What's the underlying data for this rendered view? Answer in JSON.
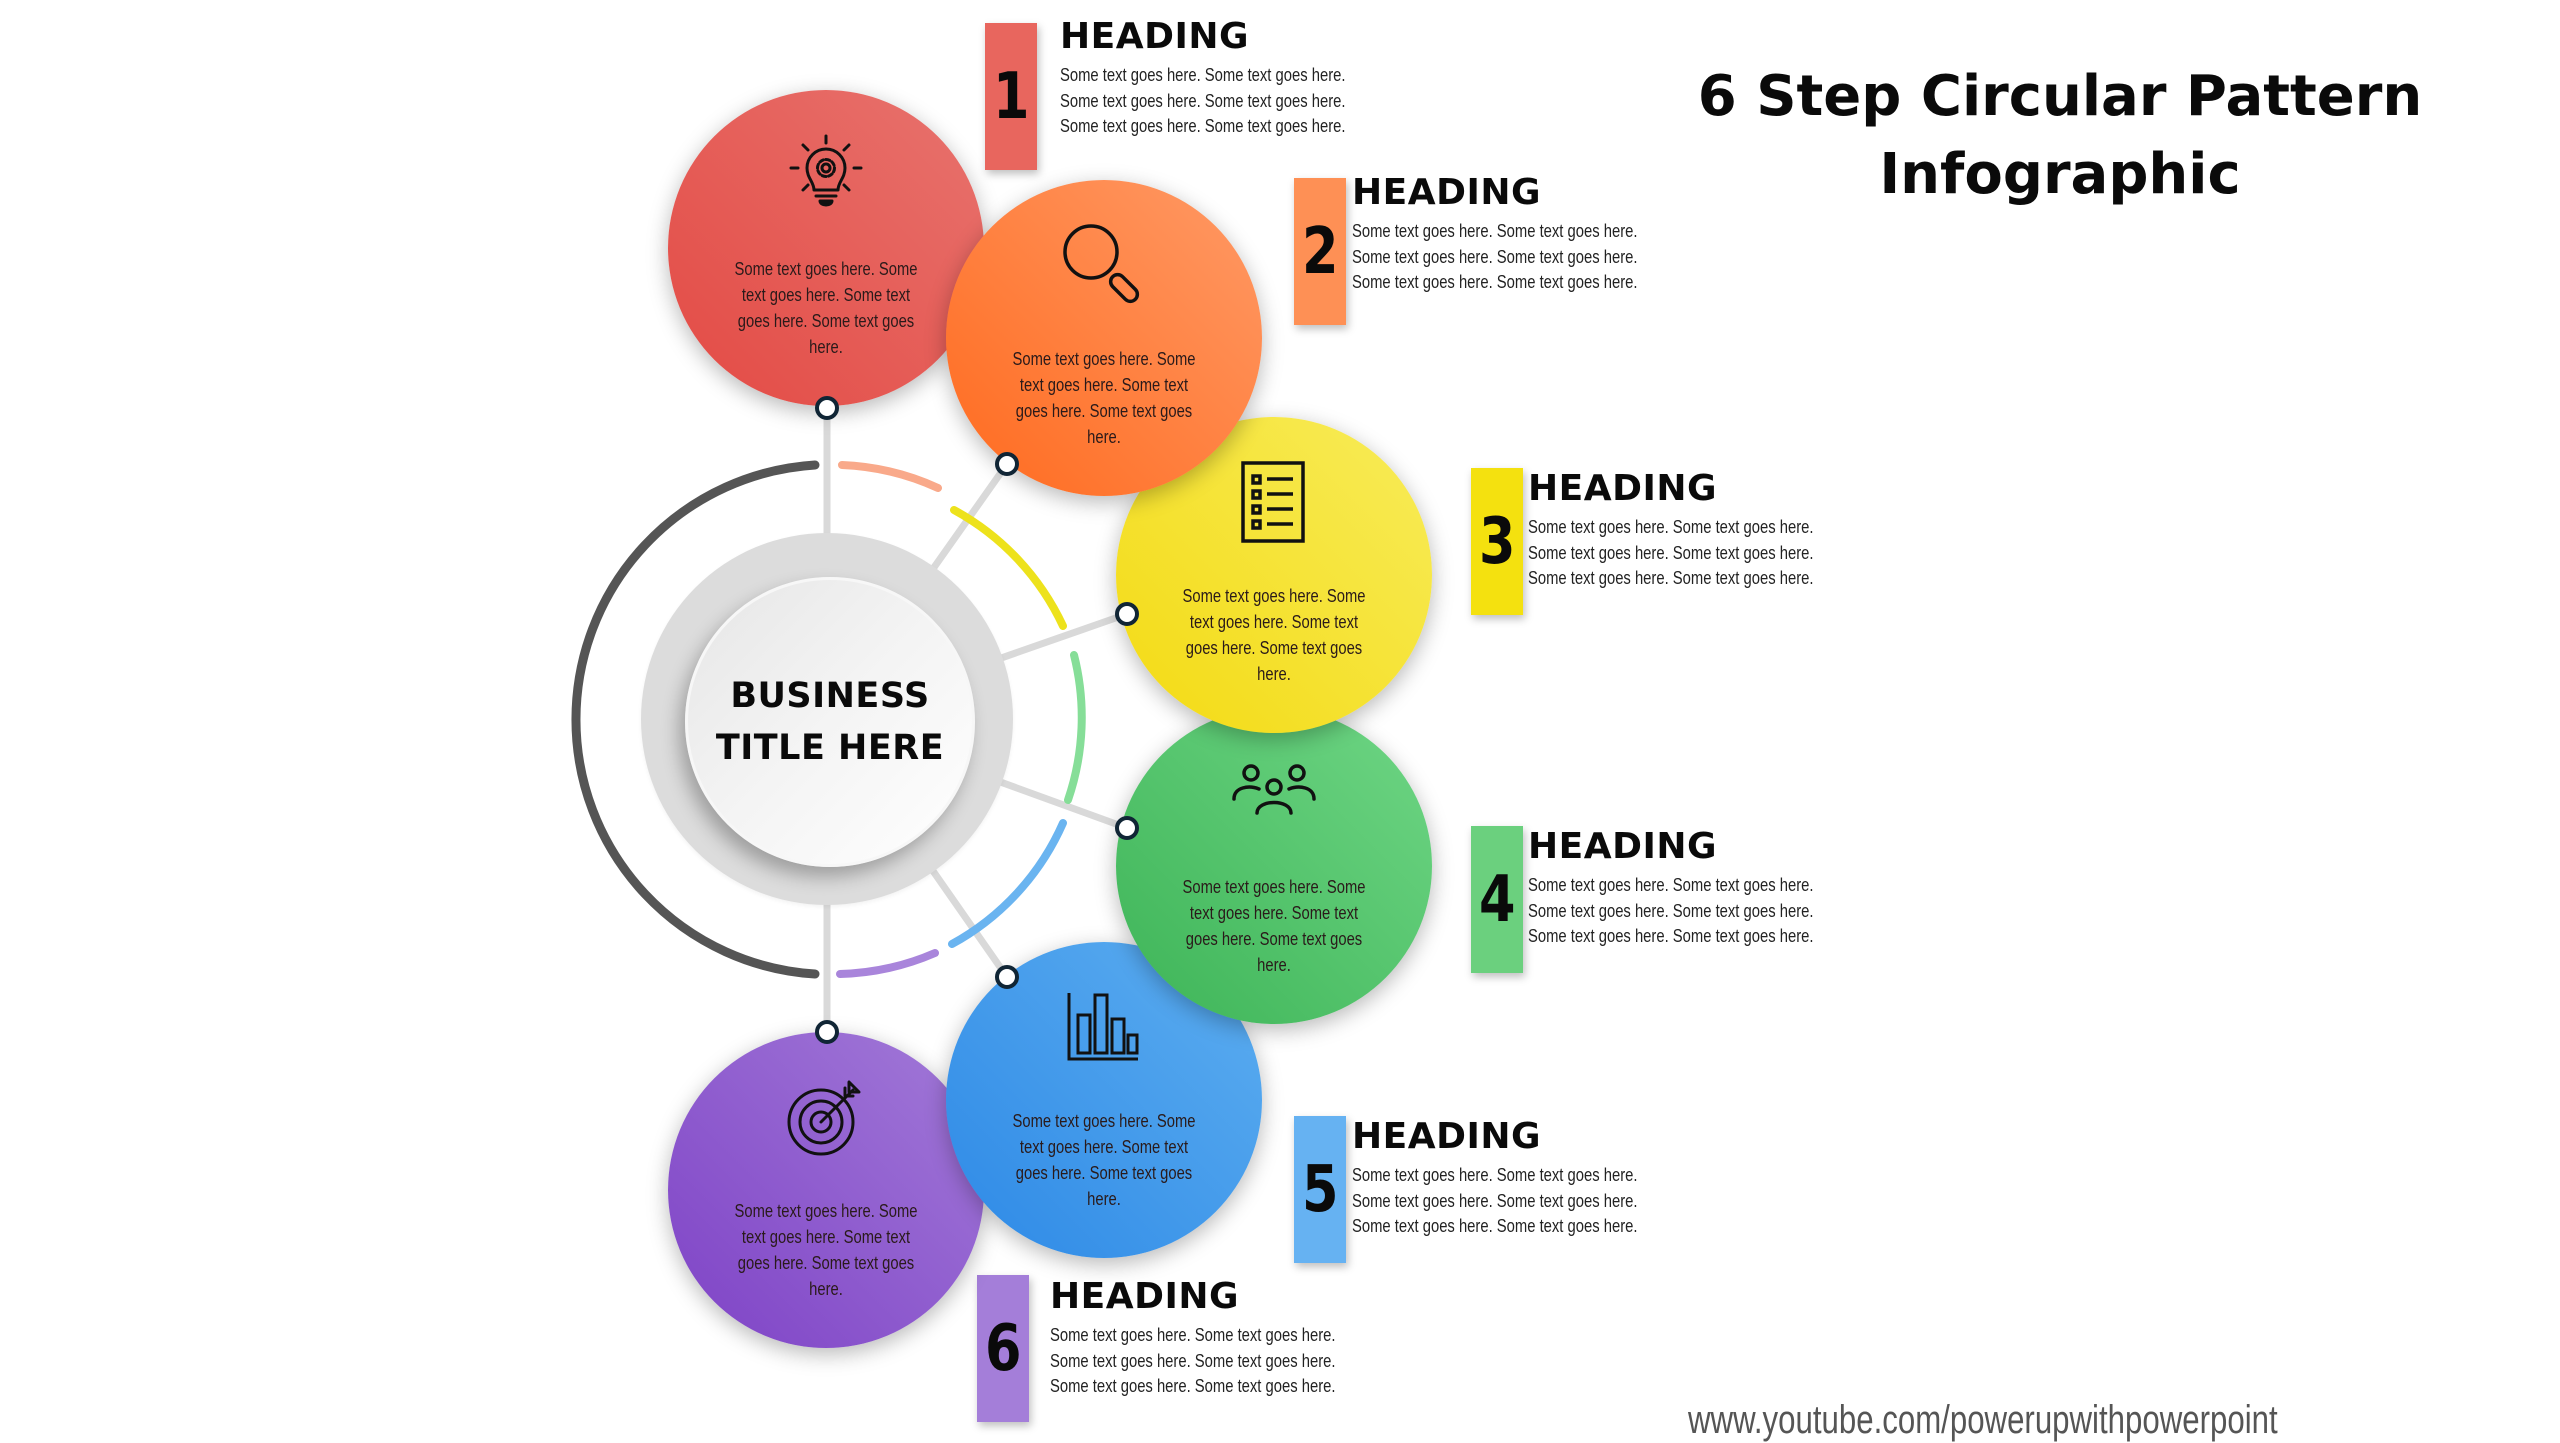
{
  "header": {
    "title_line1": "6 Step Circular Pattern",
    "title_line2": "Infographic"
  },
  "hub": {
    "title_line1": "BUSINESS",
    "title_line2": "TITLE HERE"
  },
  "colors": {
    "step1": "#E5534B",
    "step2": "#FF7A33",
    "step3": "#F5E12A",
    "step4": "#4CC264",
    "step5": "#3D96EA",
    "step6": "#8E55CC",
    "outer_arc": "#555555",
    "connector": "#d9d9d9"
  },
  "steps": [
    {
      "number": "1",
      "heading": "HEADING",
      "body": "Some text goes here. Some text goes here. Some text goes here. Some text goes here. Some text goes here. Some text goes here.",
      "circle_text": "Some text goes here. Some text goes here. Some text goes here. Some text goes here.",
      "icon": "lightbulb-gear-icon"
    },
    {
      "number": "2",
      "heading": "HEADING",
      "body": "Some text goes here. Some text goes here. Some text goes here. Some text goes here. Some text goes here. Some text goes here.",
      "circle_text": "Some text goes here. Some text goes here. Some text goes here. Some text goes here.",
      "icon": "magnifier-icon"
    },
    {
      "number": "3",
      "heading": "HEADING",
      "body": "Some text goes here. Some text goes here. Some text goes here. Some text goes here. Some text goes here. Some text goes here.",
      "circle_text": "Some text goes here. Some text goes here. Some text goes here. Some text goes here.",
      "icon": "checklist-icon"
    },
    {
      "number": "4",
      "heading": "HEADING",
      "body": "Some text goes here. Some text goes here. Some text goes here. Some text goes here. Some text goes here. Some text goes here.",
      "circle_text": "Some text goes here. Some text goes here. Some text goes here. Some text goes here.",
      "icon": "team-icon"
    },
    {
      "number": "5",
      "heading": "HEADING",
      "body": "Some text goes here. Some text goes here. Some text goes here. Some text goes here. Some text goes here. Some text goes here.",
      "circle_text": "Some text goes here. Some text goes here. Some text goes here. Some text goes here.",
      "icon": "bar-chart-icon"
    },
    {
      "number": "6",
      "heading": "HEADING",
      "body": "Some text goes here. Some text goes here. Some text goes here. Some text goes here. Some text goes here. Some text goes here.",
      "circle_text": "Some text goes here. Some text goes here. Some text goes here. Some text goes here.",
      "icon": "target-icon"
    }
  ],
  "footer": {
    "url": "www.youtube.com/powerupwithpowerpoint"
  }
}
